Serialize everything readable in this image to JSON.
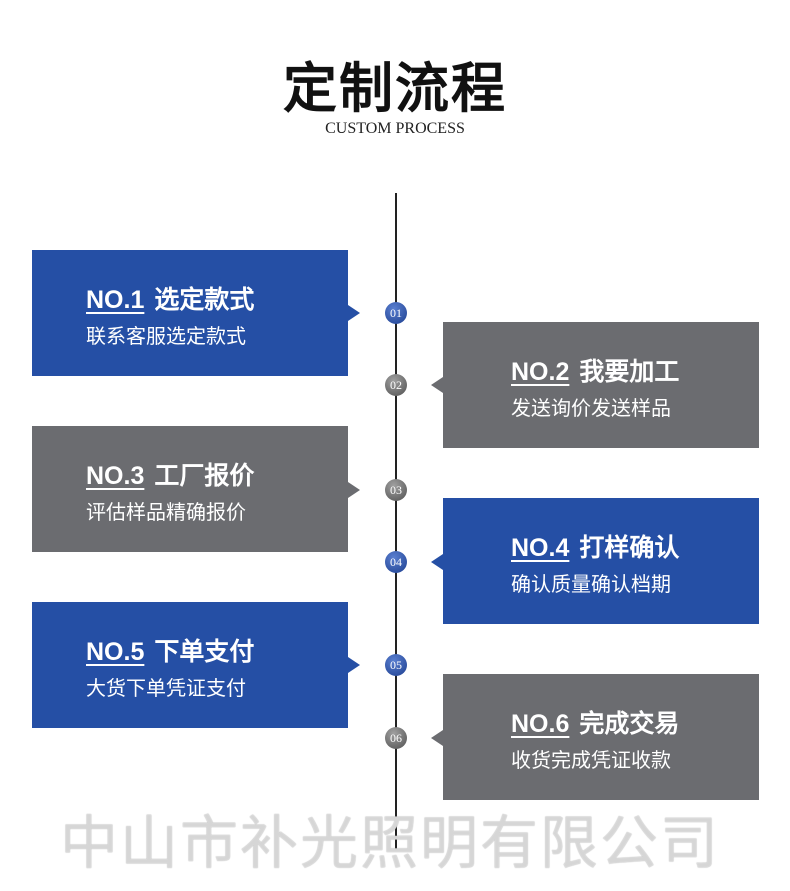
{
  "header": {
    "title": "定制流程",
    "subtitle": "CUSTOM PROCESS"
  },
  "colors": {
    "blue": "#254fa5",
    "gray": "#6b6c70"
  },
  "steps": [
    {
      "no": "NO.1",
      "title": "选定款式",
      "desc": "联系客服选定款式",
      "num": "01",
      "color": "blue"
    },
    {
      "no": "NO.2",
      "title": "我要加工",
      "desc": "发送询价发送样品",
      "num": "02",
      "color": "gray"
    },
    {
      "no": "NO.3",
      "title": "工厂报价",
      "desc": "评估样品精确报价",
      "num": "03",
      "color": "gray"
    },
    {
      "no": "NO.4",
      "title": "打样确认",
      "desc": "确认质量确认档期",
      "num": "04",
      "color": "blue"
    },
    {
      "no": "NO.5",
      "title": "下单支付",
      "desc": "大货下单凭证支付",
      "num": "05",
      "color": "blue"
    },
    {
      "no": "NO.6",
      "title": "完成交易",
      "desc": "收货完成凭证收款",
      "num": "06",
      "color": "gray"
    }
  ],
  "watermark": "中山市补光照明有限公司"
}
